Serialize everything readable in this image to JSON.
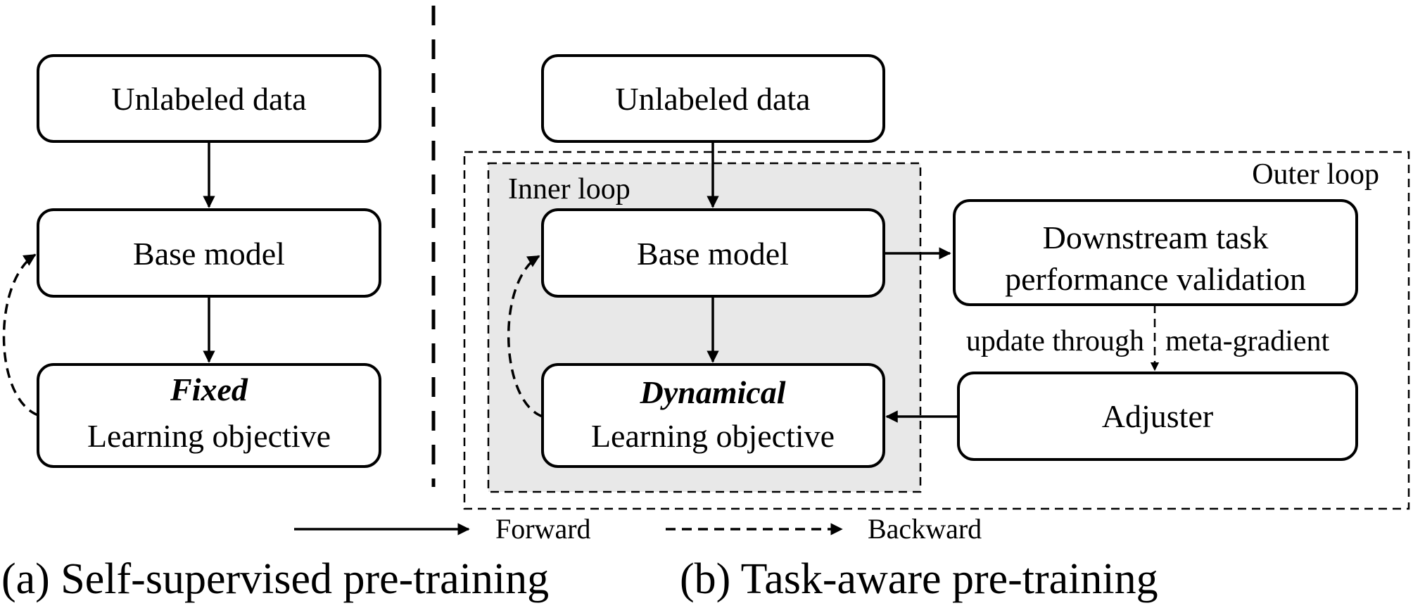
{
  "panel_a": {
    "unlabeled_data": "Unlabeled data",
    "base_model": "Base model",
    "objective_emph": "Fixed",
    "objective_label": "Learning objective",
    "caption": "(a) Self-supervised pre-training"
  },
  "panel_b": {
    "unlabeled_data": "Unlabeled data",
    "inner_loop": "Inner loop",
    "outer_loop": "Outer loop",
    "base_model": "Base model",
    "objective_emph": "Dynamical",
    "objective_label": "Learning objective",
    "downstream_line1": "Downstream task",
    "downstream_line2": "performance validation",
    "update_left": "update through",
    "update_right": "meta-gradient",
    "adjuster": "Adjuster",
    "caption": "(b) Task-aware pre-training"
  },
  "legend": {
    "forward": "Forward",
    "backward": "Backward"
  },
  "colors": {
    "inner_loop_fill": "#e8e8e8",
    "stroke": "#000000"
  }
}
